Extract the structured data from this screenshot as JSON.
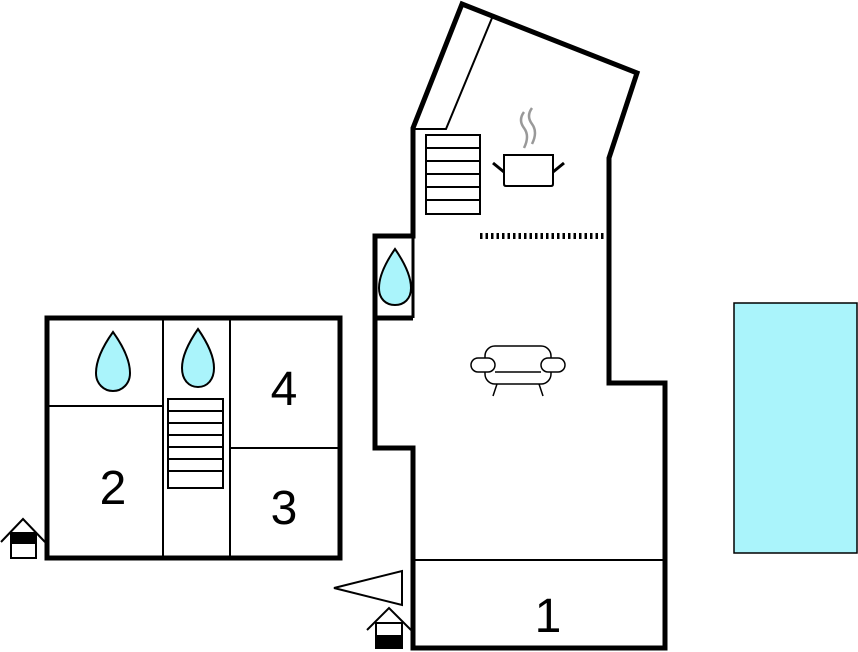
{
  "plan": {
    "rooms": [
      {
        "label": "1"
      },
      {
        "label": "2"
      },
      {
        "label": "3"
      },
      {
        "label": "4"
      }
    ],
    "icons": [
      "bathroom-drop-icon",
      "stairs-icon",
      "kitchen-pot-icon",
      "sofa-icon",
      "entrance-house-icon",
      "pool",
      "direction-triangle-icon"
    ]
  },
  "colors": {
    "water": "#aaf4fb",
    "pool": "#aaf4fb",
    "steam": "#999999"
  }
}
